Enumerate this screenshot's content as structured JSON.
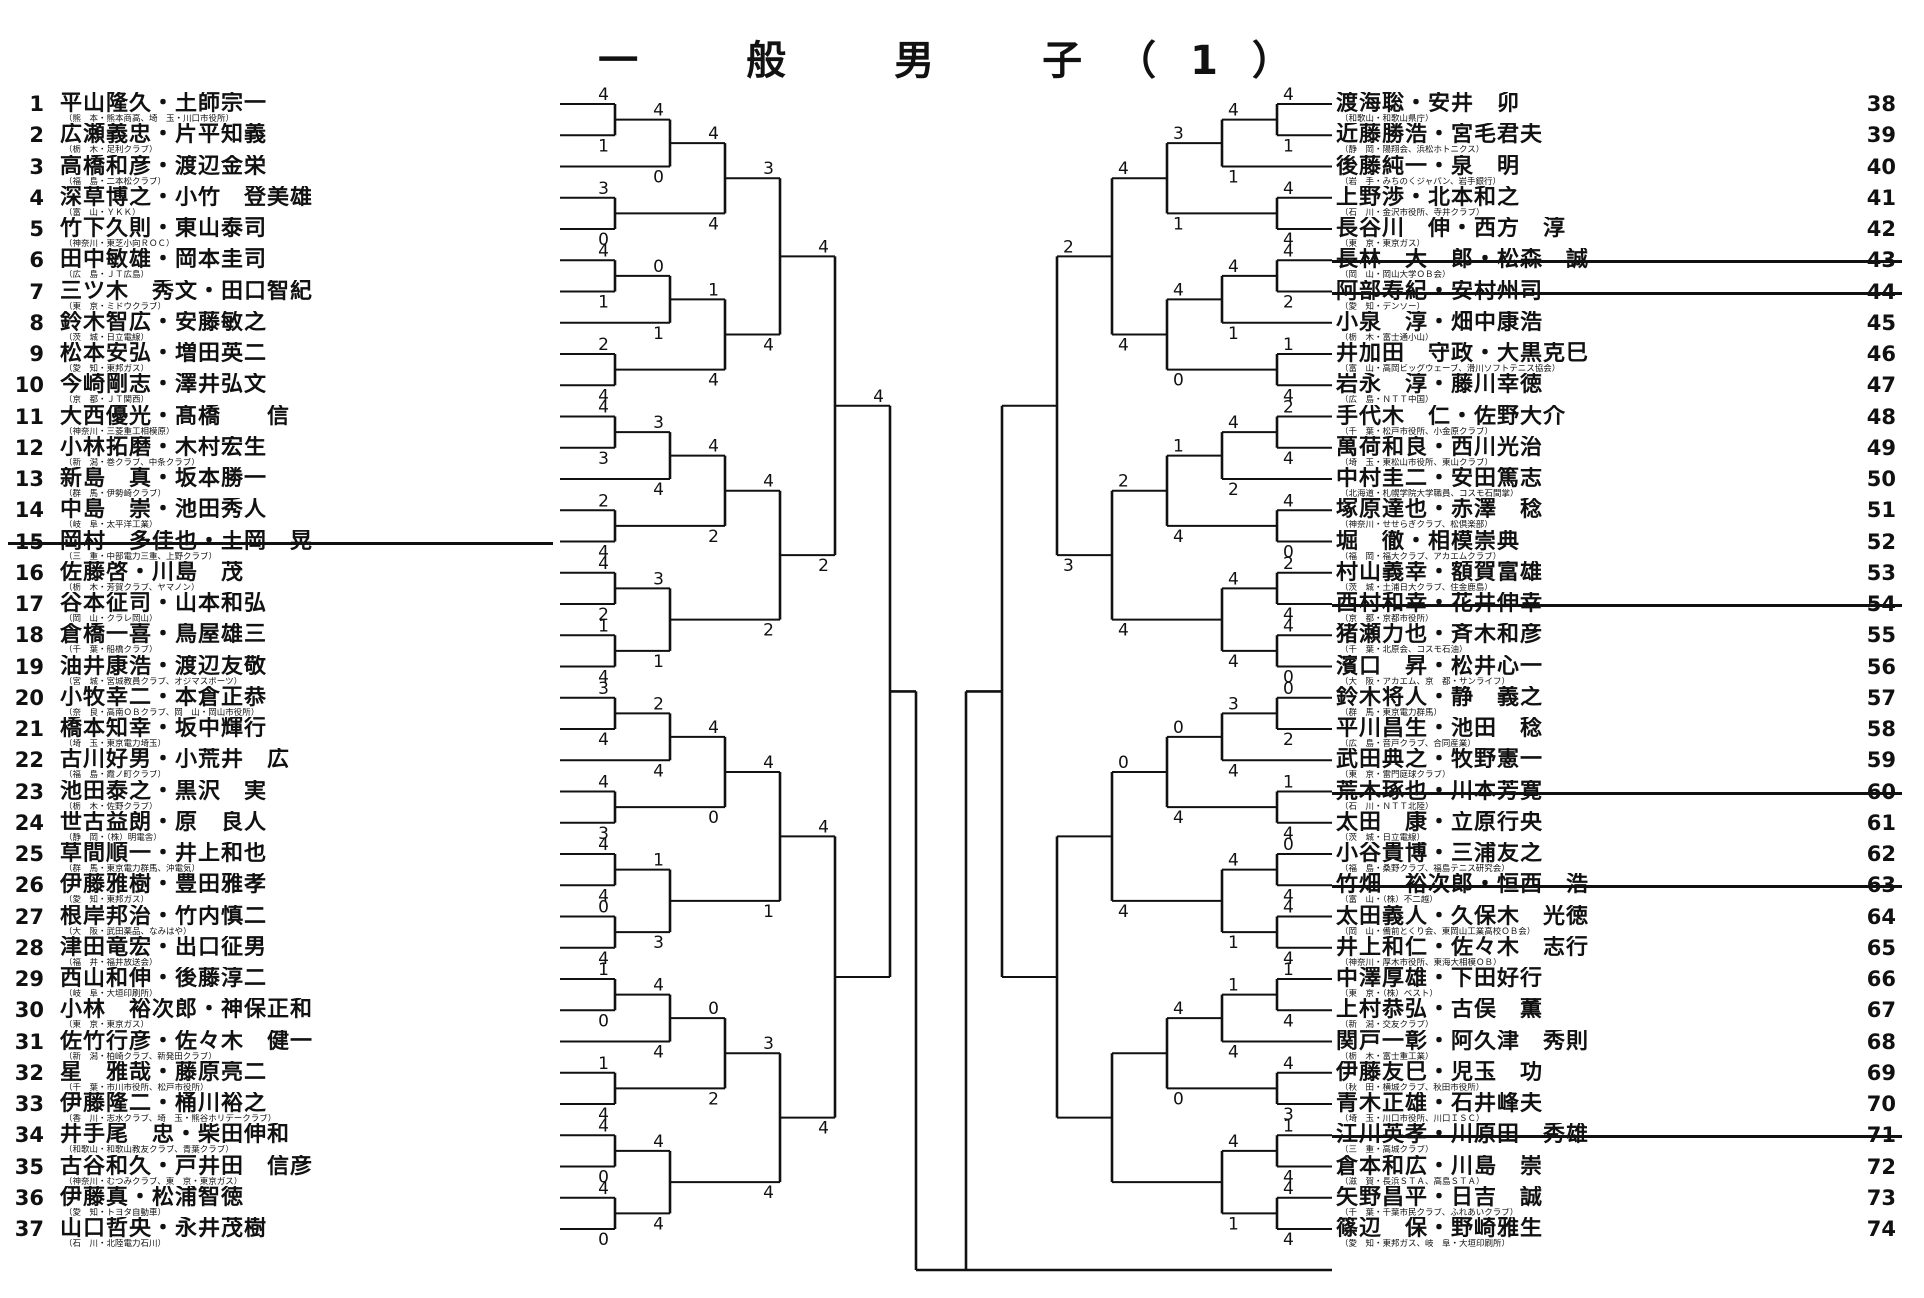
{
  "title": "一　般　男　子（1）",
  "entries": [
    {
      "num": "1",
      "names": "平山隆久・土師宗一",
      "aff": "（熊　本・熊本商高、埼　玉・川口市役所）",
      "struck": false
    },
    {
      "num": "2",
      "names": "広瀬義忠・片平知義",
      "aff": "（栃　木・足利クラブ）",
      "struck": false
    },
    {
      "num": "3",
      "names": "高橋和彦・渡辺金栄",
      "aff": "（福　島・二本松クラブ）",
      "struck": false
    },
    {
      "num": "4",
      "names": "深草博之・小竹　登美雄",
      "aff": "（富　山・ＹＫＫ）",
      "struck": false
    },
    {
      "num": "5",
      "names": "竹下久則・東山泰司",
      "aff": "（神奈川・東芝小向ＲＯＣ）",
      "struck": false
    },
    {
      "num": "6",
      "names": "田中敏雄・岡本圭司",
      "aff": "（広　島・ＪＴ広島）",
      "struck": false
    },
    {
      "num": "7",
      "names": "三ツ木　秀文・田口智紀",
      "aff": "（東　京・ミドウクラブ）",
      "struck": false
    },
    {
      "num": "8",
      "names": "鈴木智広・安藤敏之",
      "aff": "（茨　城・日立電線）",
      "struck": false
    },
    {
      "num": "9",
      "names": "松本安弘・増田英二",
      "aff": "（愛　知・東邦ガス）",
      "struck": false
    },
    {
      "num": "10",
      "names": "今崎剛志・澤井弘文",
      "aff": "（京　都・ＪＴ関西）",
      "struck": false
    },
    {
      "num": "11",
      "names": "大西優光・髙橋　　信",
      "aff": "（神奈川・三菱重工相模原）",
      "struck": false
    },
    {
      "num": "12",
      "names": "小林拓磨・木村宏生",
      "aff": "（新　潟・巻クラブ、中条クラブ）",
      "struck": false
    },
    {
      "num": "13",
      "names": "新島　真・坂本勝一",
      "aff": "（群　馬・伊勢崎クラブ）",
      "struck": false
    },
    {
      "num": "14",
      "names": "中島　崇・池田秀人",
      "aff": "（岐　阜・太平洋工業）",
      "struck": false
    },
    {
      "num": "15",
      "names": "岡村　多佳也・土岡　晃",
      "aff": "（三　重・中部電力三重、上野クラブ）",
      "struck": true
    },
    {
      "num": "16",
      "names": "佐藤啓・川島　茂",
      "aff": "（栃　木・芳賀クラブ、ヤマノン）",
      "struck": false
    },
    {
      "num": "17",
      "names": "谷本征司・山本和弘",
      "aff": "（岡　山・クラレ岡山）",
      "struck": false
    },
    {
      "num": "18",
      "names": "倉橋一喜・鳥屋雄三",
      "aff": "（千　葉・船橋クラブ）",
      "struck": false
    },
    {
      "num": "19",
      "names": "油井康浩・渡辺友敬",
      "aff": "（宮　城・宮城教員クラブ、オジマスポーツ）",
      "struck": false
    },
    {
      "num": "20",
      "names": "小牧幸二・本倉正恭",
      "aff": "（奈　良・高南ＯＢクラブ、岡　山・岡山市役所）",
      "struck": false
    },
    {
      "num": "21",
      "names": "橋本知幸・坂中輝行",
      "aff": "（埼　玉・東京電力埼玉）",
      "struck": false
    },
    {
      "num": "22",
      "names": "古川好男・小荒井　広",
      "aff": "（福　島・霞ノ町クラブ）",
      "struck": false
    },
    {
      "num": "23",
      "names": "池田泰之・黒沢　実",
      "aff": "（栃　木・佐野クラブ）",
      "struck": false
    },
    {
      "num": "24",
      "names": "世古益朗・原　良人",
      "aff": "（静　岡・（株）明電舎）",
      "struck": false
    },
    {
      "num": "25",
      "names": "草間順一・井上和也",
      "aff": "（群　馬・東京電力群馬、沖電気）",
      "struck": false
    },
    {
      "num": "26",
      "names": "伊藤雅樹・豊田雅孝",
      "aff": "（愛　知・東邦ガス）",
      "struck": false
    },
    {
      "num": "27",
      "names": "根岸邦治・竹内慎二",
      "aff": "（大　阪・武田薬品、なみはや）",
      "struck": false
    },
    {
      "num": "28",
      "names": "津田竜宏・出口征男",
      "aff": "（福　井・福井放送会）",
      "struck": false
    },
    {
      "num": "29",
      "names": "西山和伸・後藤淳二",
      "aff": "（岐　阜・大垣印刷所）",
      "struck": false
    },
    {
      "num": "30",
      "names": "小林　裕次郎・神保正和",
      "aff": "（東　京・東京ガス）",
      "struck": false
    },
    {
      "num": "31",
      "names": "佐竹行彦・佐々木　健一",
      "aff": "（新　潟・柏崎クラブ、新発田クラブ）",
      "struck": false
    },
    {
      "num": "32",
      "names": "星　雅哉・藤原亮二",
      "aff": "（千　葉・市川市役所、松戸市役所）",
      "struck": false
    },
    {
      "num": "33",
      "names": "伊藤隆二・桶川裕之",
      "aff": "（香　川・志水クラブ、埼　玉・熊谷ホリデークラブ）",
      "struck": false
    },
    {
      "num": "34",
      "names": "井手尾　忠・柴田伸和",
      "aff": "（和歌山・和歌山教友クラブ、青葉クラブ）",
      "struck": false
    },
    {
      "num": "35",
      "names": "古谷和久・戸井田　信彦",
      "aff": "（神奈川・むつみクラブ、東　京・東京ガス）",
      "struck": false
    },
    {
      "num": "36",
      "names": "伊藤真・松浦智徳",
      "aff": "（愛　知・トヨタ自動車）",
      "struck": false
    },
    {
      "num": "37",
      "names": "山口哲央・永井茂樹",
      "aff": "（石　川・北陸電力石川）",
      "struck": false
    },
    {
      "num": "38",
      "names": "渡海聡・安井　卯",
      "aff": "（和歌山・和歌山県庁）",
      "struck": false
    },
    {
      "num": "39",
      "names": "近藤勝浩・宮毛君夫",
      "aff": "（静　岡・陽翔会、浜松ホトニクス）",
      "struck": false
    },
    {
      "num": "40",
      "names": "後藤純一・泉　明",
      "aff": "（岩　手・みちのくジャパン、岩手銀行）",
      "struck": false
    },
    {
      "num": "41",
      "names": "上野渉・北本和之",
      "aff": "（石　川・金沢市役所、寺井クラブ）",
      "struck": false
    },
    {
      "num": "42",
      "names": "長谷川　伸・西方　淳",
      "aff": "（東　京・東京ガス）",
      "struck": false
    },
    {
      "num": "43",
      "names": "長林　大　郎・松森　誠",
      "aff": "（岡　山・岡山大学ＯＢ会）",
      "struck": true
    },
    {
      "num": "44",
      "names": "阿部寿紀・安村州司",
      "aff": "（愛　知・デンソー）",
      "struck": true
    },
    {
      "num": "45",
      "names": "小泉　淳・畑中康浩",
      "aff": "（栃　木・富士通小山）",
      "struck": false
    },
    {
      "num": "46",
      "names": "井加田　守政・大黒克巳",
      "aff": "（富　山・高岡ビッグウェーブ、滑川ソフトテニス協会）",
      "struck": false
    },
    {
      "num": "47",
      "names": "岩永　淳・藤川幸徳",
      "aff": "（広　島・ＮＴＴ中国）",
      "struck": false
    },
    {
      "num": "48",
      "names": "手代木　仁・佐野大介",
      "aff": "（千　葉・松戸市役所、小金原クラブ）",
      "struck": false
    },
    {
      "num": "49",
      "names": "萬荷和良・西川光治",
      "aff": "（埼　玉・東松山市役所、東山クラブ）",
      "struck": false
    },
    {
      "num": "50",
      "names": "中村圭二・安田篤志",
      "aff": "（北海道・札幌学院大学職員、コスモ石間掌）",
      "struck": false
    },
    {
      "num": "51",
      "names": "塚原達也・赤澤　稔",
      "aff": "（神奈川・せせらぎクラブ、松倶楽部）",
      "struck": false
    },
    {
      "num": "52",
      "names": "堀　徹・相模崇典",
      "aff": "（福　岡・福大クラブ、アカエムクラブ）",
      "struck": false
    },
    {
      "num": "53",
      "names": "村山義幸・額賀富雄",
      "aff": "（茨　城・土浦日大クラブ、住金鹿島）",
      "struck": false
    },
    {
      "num": "54",
      "names": "西村和幸・花井伸幸",
      "aff": "（京　都・京都市役所）",
      "struck": true
    },
    {
      "num": "55",
      "names": "猪瀬力也・斉木和彦",
      "aff": "（千　葉・北原会、コスモ石油）",
      "struck": false
    },
    {
      "num": "56",
      "names": "濱口　昇・松井心一",
      "aff": "（大　阪・アカエム、京　都・サンライフ）",
      "struck": false
    },
    {
      "num": "57",
      "names": "鈴木将人・静　義之",
      "aff": "（群　馬・東京電力群馬）",
      "struck": false
    },
    {
      "num": "58",
      "names": "平川昌生・池田　稔",
      "aff": "（広　島・音戸クラブ、合同産業）",
      "struck": false
    },
    {
      "num": "59",
      "names": "武田典之・牧野憲一",
      "aff": "（東　京・雷門庭球クラブ）",
      "struck": false
    },
    {
      "num": "60",
      "names": "荒木琢也・川本芳寛",
      "aff": "（石　川・ＮＴＴ北陸）",
      "struck": true
    },
    {
      "num": "61",
      "names": "太田　康・立原行央",
      "aff": "（茨　城・日立電線）",
      "struck": false
    },
    {
      "num": "62",
      "names": "小谷貴博・三浦友之",
      "aff": "（福　島・桑野クラブ、福島テニス研究会）",
      "struck": false
    },
    {
      "num": "63",
      "names": "竹畑　裕次郎・恒西　浩",
      "aff": "（富　山・（株）不二越）",
      "struck": true
    },
    {
      "num": "64",
      "names": "太田義人・久保木　光徳",
      "aff": "（岡　山・備前とくり会、東岡山工業高校ＯＢ会）",
      "struck": false
    },
    {
      "num": "65",
      "names": "井上和仁・佐々木　志行",
      "aff": "（神奈川・厚木市役所、東海大相模ＯＢ）",
      "struck": false
    },
    {
      "num": "66",
      "names": "中澤厚雄・下田好行",
      "aff": "（東　京・（株）ベスト）",
      "struck": false
    },
    {
      "num": "67",
      "names": "上村恭弘・古俣　薫",
      "aff": "（新　潟・交友クラブ）",
      "struck": false
    },
    {
      "num": "68",
      "names": "関戸一彰・阿久津　秀則",
      "aff": "（栃　木・富士重工業）",
      "struck": false
    },
    {
      "num": "69",
      "names": "伊藤友巳・児玉　功",
      "aff": "（秋　田・横城クラブ、秋田市役所）",
      "struck": false
    },
    {
      "num": "70",
      "names": "青木正雄・石井峰夫",
      "aff": "（埼　玉・川口市役所、川口ＩＳＣ）",
      "struck": false
    },
    {
      "num": "71",
      "names": "江川英孝・川原田　秀雄",
      "aff": "（三　重・高城クラブ）",
      "struck": true
    },
    {
      "num": "72",
      "names": "倉本和広・川島　崇",
      "aff": "（滋　賀・長浜ＳＴＡ、高島ＳＴＡ）",
      "struck": false
    },
    {
      "num": "73",
      "names": "矢野昌平・日吉　誠",
      "aff": "（千　葉・千葉市民クラブ、ふれあいクラブ）",
      "struck": false
    },
    {
      "num": "74",
      "names": "篠辺　保・野崎雅生",
      "aff": "（愛　知・東邦ガス、岐　阜・大垣印刷所）",
      "struck": false
    }
  ],
  "scores": {
    "left": [
      [
        "4",
        "1",
        "4",
        "0",
        "3",
        "0",
        "4",
        "4",
        "4",
        "1",
        "0",
        "1",
        "2",
        "4",
        "1",
        "4",
        "3",
        "4",
        "4",
        "3",
        "3",
        "4",
        "2",
        "4",
        "4",
        "2",
        "4",
        "2",
        "1",
        "4",
        "3",
        "1",
        "4",
        "2",
        "4",
        "2",
        "3",
        "4",
        "2",
        "4",
        "4",
        "3",
        "4",
        "0",
        "4",
        "4",
        "0",
        "4",
        "1",
        "3",
        "4",
        "1",
        "1",
        "0",
        "4",
        "4",
        "1",
        "4",
        "0",
        "2",
        "4",
        "0",
        "4",
        "0",
        "4",
        "4",
        "3",
        "4",
        "4",
        "4",
        "4"
      ]
    ],
    "right": [
      [
        "4",
        "1",
        "4",
        "1",
        "4",
        "4",
        "3",
        "1",
        "4",
        "2",
        "4",
        "1",
        "1",
        "4",
        "4",
        "0",
        "4",
        "4",
        "2",
        "4",
        "4",
        "2",
        "4",
        "0",
        "1",
        "4",
        "2",
        "4",
        "4",
        "0",
        "4",
        "4",
        "2",
        "4",
        "2",
        "3",
        "0",
        "2",
        "3",
        "4",
        "1",
        "4",
        "0",
        "4",
        "0",
        "4",
        "4",
        "4",
        "4",
        "1",
        "0",
        "4",
        "1",
        "4",
        "1",
        "4",
        "4",
        "3",
        "4",
        "0",
        "1",
        "4",
        "4",
        "4",
        "4",
        "1"
      ]
    ]
  }
}
